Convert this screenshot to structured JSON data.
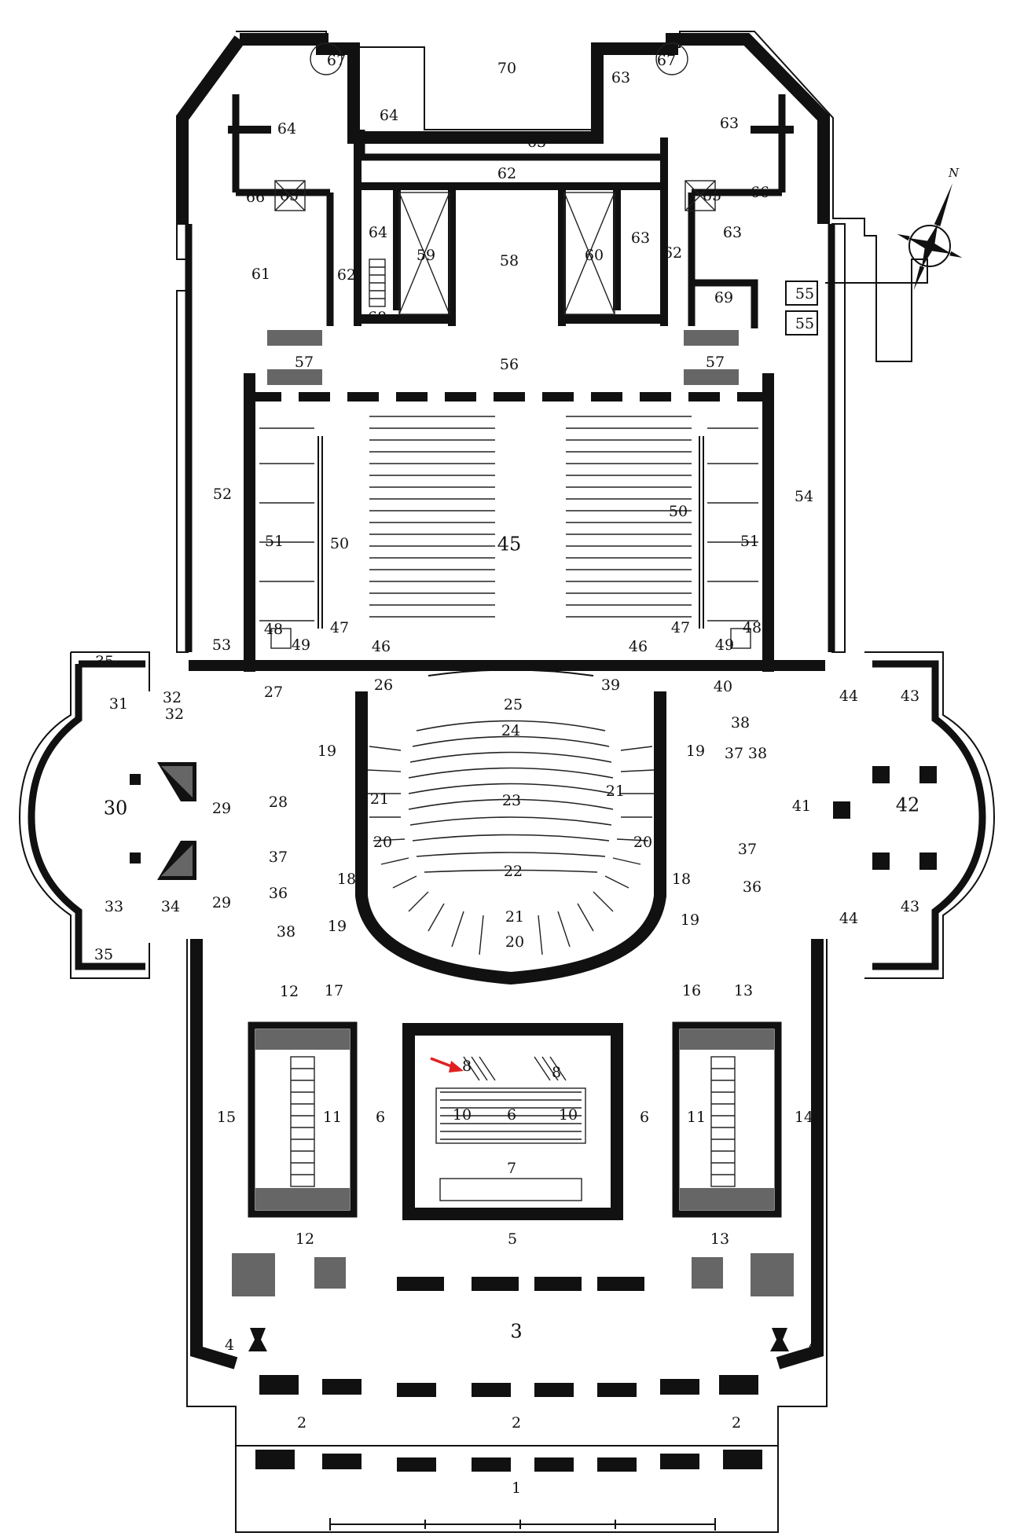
{
  "compass": {
    "north_label": "N",
    "icon": "compass-rose-icon"
  },
  "labels": {
    "l1": "1",
    "l2a": "2",
    "l2b": "2",
    "l2c": "2",
    "l3": "3",
    "l4a": "4",
    "l4b": "4",
    "l5": "5",
    "l6a": "6",
    "l6b": "6",
    "l6c": "6",
    "l7": "7",
    "l8a": "8",
    "l8b": "8",
    "l10a": "10",
    "l10b": "10",
    "l11a": "11",
    "l11b": "11",
    "l12a": "12",
    "l12b": "12",
    "l13a": "13",
    "l13b": "13",
    "l14": "14",
    "l15": "15",
    "l16": "16",
    "l17": "17",
    "l18a": "18",
    "l18b": "18",
    "l19a": "19",
    "l19b": "19",
    "l19c": "19",
    "l19d": "19",
    "l20a": "20",
    "l20b": "20",
    "l20c": "20",
    "l21a": "21",
    "l21b": "21",
    "l21c": "21",
    "l22": "22",
    "l23": "23",
    "l24": "24",
    "l25": "25",
    "l26": "26",
    "l27": "27",
    "l28": "28",
    "l29a": "29",
    "l29b": "29",
    "l30": "30",
    "l31": "31",
    "l32a": "32",
    "l32b": "32",
    "l33": "33",
    "l34": "34",
    "l35a": "35",
    "l35b": "35",
    "l36a": "36",
    "l36b": "36",
    "l37a": "37",
    "l37b": "37",
    "l37c": "37",
    "l38a": "38",
    "l38b": "38",
    "l38c": "38",
    "l39": "39",
    "l40": "40",
    "l41": "41",
    "l42": "42",
    "l43a": "43",
    "l43b": "43",
    "l44a": "44",
    "l44b": "44",
    "l45": "45",
    "l46a": "46",
    "l46b": "46",
    "l47a": "47",
    "l47b": "47",
    "l48a": "48",
    "l48b": "48",
    "l49a": "49",
    "l49b": "49",
    "l50a": "50",
    "l50b": "50",
    "l51a": "51",
    "l51b": "51",
    "l52": "52",
    "l53": "53",
    "l54": "54",
    "l55a": "55",
    "l55b": "55",
    "l56": "56",
    "l57a": "57",
    "l57b": "57",
    "l58": "58",
    "l59": "59",
    "l60": "60",
    "l61": "61",
    "l62a": "62",
    "l62b": "62",
    "l62c": "62",
    "l63a": "63",
    "l63b": "63",
    "l63c": "63",
    "l63d": "63",
    "l63e": "63",
    "l64a": "64",
    "l64b": "64",
    "l64c": "64",
    "l65a": "65",
    "l65b": "65",
    "l66a": "66",
    "l66b": "66",
    "l67a": "67",
    "l67b": "67",
    "l68": "68",
    "l69": "69",
    "l70": "70"
  },
  "marker": {
    "color": "#e02020",
    "icon": "red-arrow-icon"
  },
  "scale_bar": {
    "icon": "scale-bar-icon"
  }
}
